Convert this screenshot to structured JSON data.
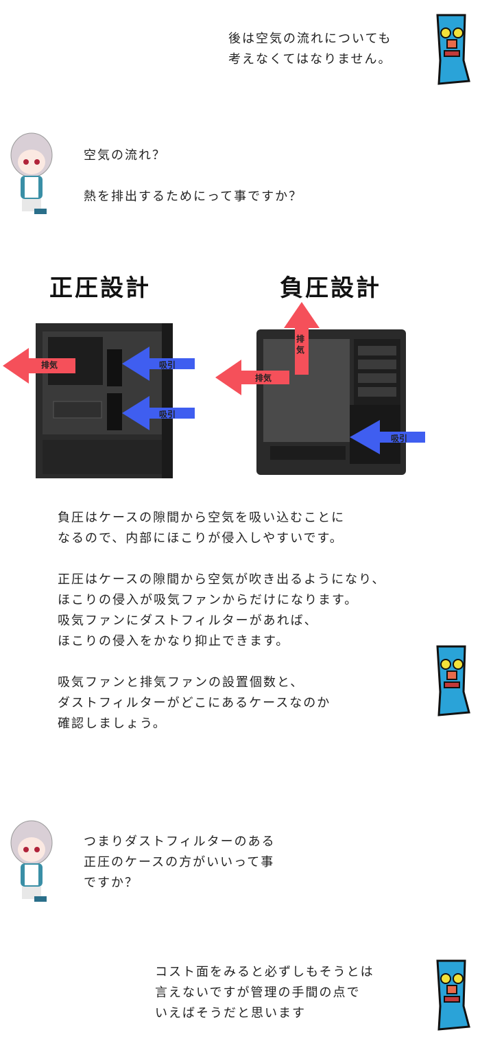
{
  "dialog": [
    {
      "speaker": "totem",
      "text": "後は空気の流れについても\n考えなくてはなりません。"
    },
    {
      "speaker": "girl",
      "text": "空気の流れ？\n\n熱を排出するためにって事ですか？"
    },
    {
      "speaker": "totem",
      "text": "負圧はケースの隙間から空気を吸い込むことに\nなるので、内部にほこりが侵入しやすいです。\n\n正圧はケースの隙間から空気が吹き出るようになり、\nほこりの侵入が吸気ファンからだけになります。\n吸気ファンにダストフィルターがあれば、\nほこりの侵入をかなり抑止できます。\n\n吸気ファンと排気ファンの設置個数と、\nダストフィルターがどこにあるケースなのか\n確認しましょう。"
    },
    {
      "speaker": "girl",
      "text": "つまりダストフィルターのある\n正圧のケースの方がいいって事\nですか？"
    },
    {
      "speaker": "totem",
      "text": "コスト面をみると必ずしもそうとは\n言えないですが管理の手間の点で\nいえばそうだと思います"
    }
  ],
  "diagrams": {
    "positive": {
      "title": "正圧設計",
      "exhaust_label": "排気",
      "intake_label_1": "吸引",
      "intake_label_2": "吸引"
    },
    "negative": {
      "title": "負圧設計",
      "exhaust_top_label": "排\n気",
      "exhaust_side_label": "排気",
      "intake_label": "吸引"
    }
  },
  "colors": {
    "exhaust_arrow": "#f5505a",
    "intake_arrow": "#3f5ef0",
    "totem_blue": "#2aa3d8"
  }
}
